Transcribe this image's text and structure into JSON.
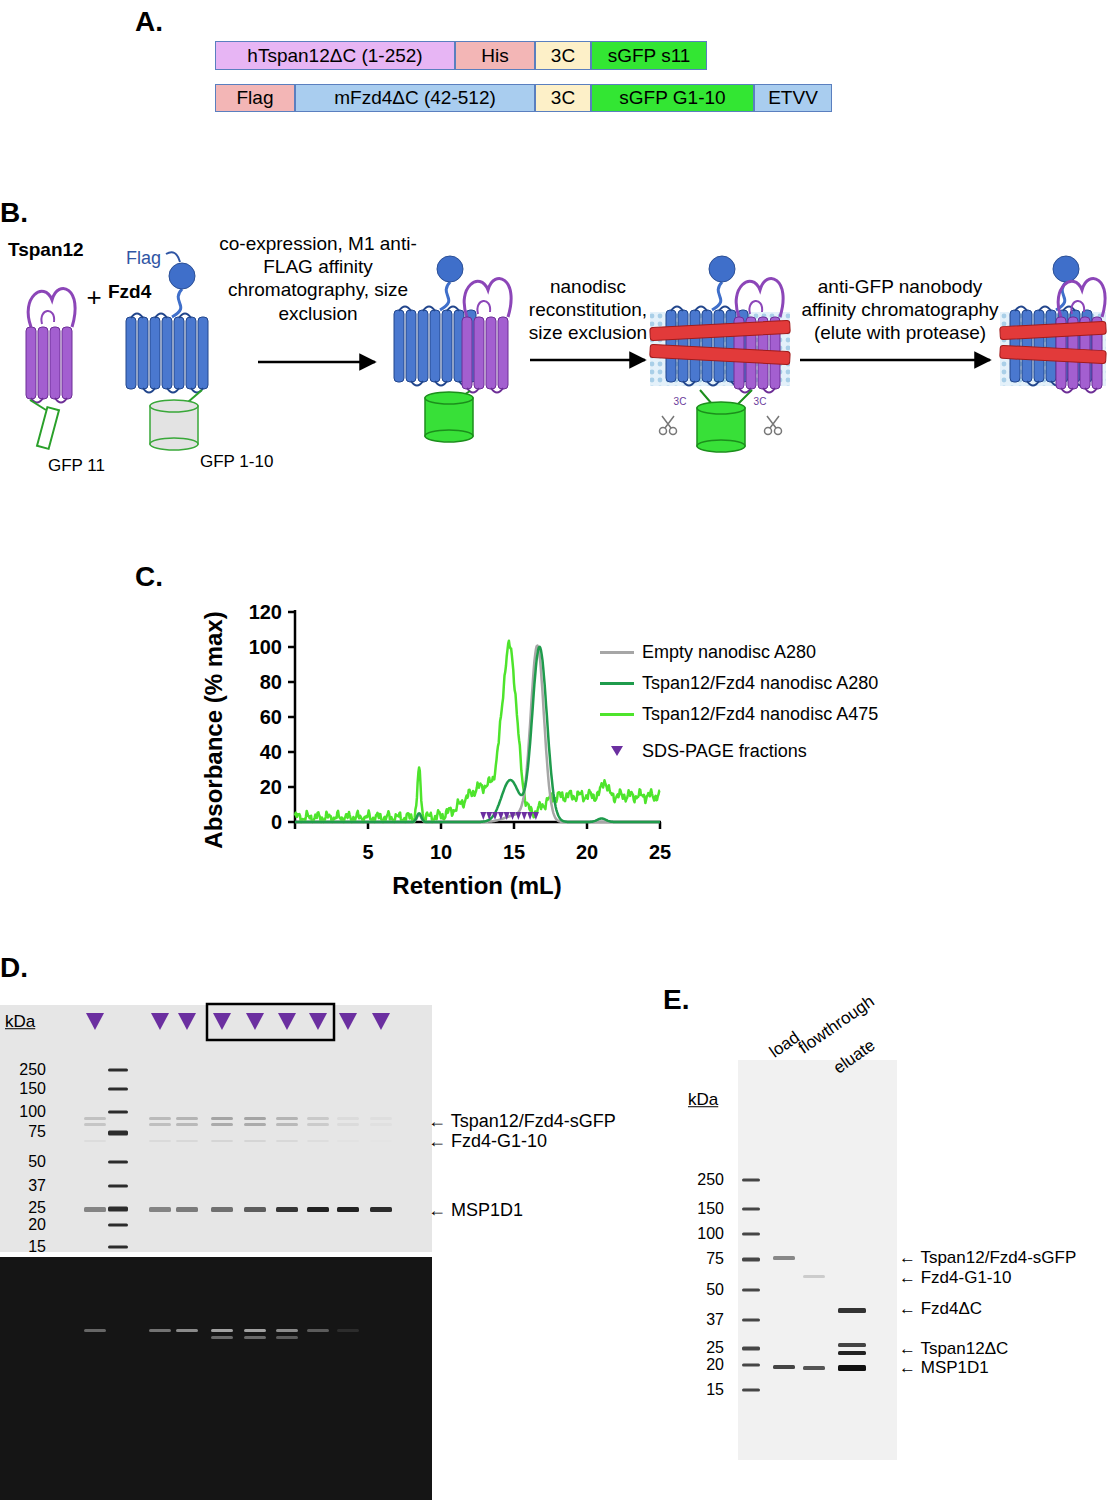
{
  "diagram": {
    "nodes": [
      {
        "text": [
          "hTspan12ΔC (1-252)"
        ]
      },
      {
        "text": [
          "His"
        ]
      },
      {
        "text": [
          "3C"
        ]
      },
      {
        "text": [
          "sGFP s11"
        ]
      },
      {
        "text": [
          "Flag"
        ]
      },
      {
        "text": [
          "mFzd4ΔC (42-512)"
        ]
      },
      {
        "text": [
          "3C"
        ]
      },
      {
        "text": [
          "sGFP G1-10"
        ]
      },
      {
        "text": [
          "ETVV"
        ]
      }
    ],
    "labels": [
      "A.",
      "B.",
      "Tspan12",
      "Fzd4",
      "Flag",
      "+",
      "GFP 11",
      "GFP 1-10",
      "co-expression, M1 anti-FLAG affinity chromatography, size exclusion",
      "nanodisc reconstitution, size exclusion",
      "3C",
      "3C",
      "anti-GFP nanobody affinity chromatography (elute with protease)",
      "C.",
      "Absorbance (% max)",
      "0",
      "20",
      "40",
      "60",
      "80",
      "100",
      "120",
      "5",
      "10",
      "15",
      "20",
      "25",
      "Retention (mL)",
      "D.",
      "kDa",
      "250",
      "150",
      "100",
      "75",
      "50",
      "37",
      "25",
      "20",
      "15",
      "← Tspan12/Fzd4-sGFP",
      "← Fzd4-G1-10",
      "← MSP1D1",
      "E.",
      "load",
      "flowthrough",
      "eluate",
      "kDa",
      "250",
      "150",
      "100",
      "75",
      "50",
      "37",
      "25",
      "20",
      "15",
      "← Tspan12/Fzd4-sGFP",
      "← Fzd4-G1-10",
      "← Fzd4ΔC",
      "← Tspan12ΔC",
      "← MSP1D1"
    ],
    "legend": [
      {
        "text": "Empty nanodisc A280",
        "color": "#a6a6a6"
      },
      {
        "text": "Tspan12/Fzd4 nanodisc A280",
        "color": "#1f9b4c"
      },
      {
        "text": "Tspan12/Fzd4 nanodisc A475",
        "color": "#4ee42c"
      },
      {
        "text": "SDS-PAGE fractions"
      }
    ]
  }
}
